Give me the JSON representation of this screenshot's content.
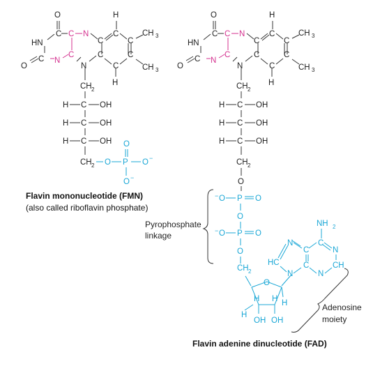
{
  "captions": {
    "fmn_title": "Flavin mononucleotide (FMN)",
    "fmn_subtitle": "(also called riboflavin phosphate)",
    "pyro_line1": "Pyrophosphate",
    "pyro_line2": "linkage",
    "adenosine_line1": "Adenosine",
    "adenosine_line2": "moiety",
    "fad_title": "Flavin adenine dinucleotide (FAD)"
  },
  "atoms": {
    "O": "O",
    "H": "H",
    "N": "N",
    "C": "C",
    "HN": "HN",
    "CH3": "CH",
    "sub3": "3",
    "CH2": "CH",
    "sub2": "2",
    "HCOH_H": "H",
    "HCOH_C": "C",
    "HCOH_OH": "OH",
    "P": "P",
    "Ominus": "O",
    "minus": "−",
    "NH2": "NH",
    "HC": "HC",
    "CH": "CH",
    "OH": "OH"
  },
  "colors": {
    "isoalloxazine": "#d4318f",
    "added_groups": "#1aa7d6",
    "base": "#222222"
  }
}
